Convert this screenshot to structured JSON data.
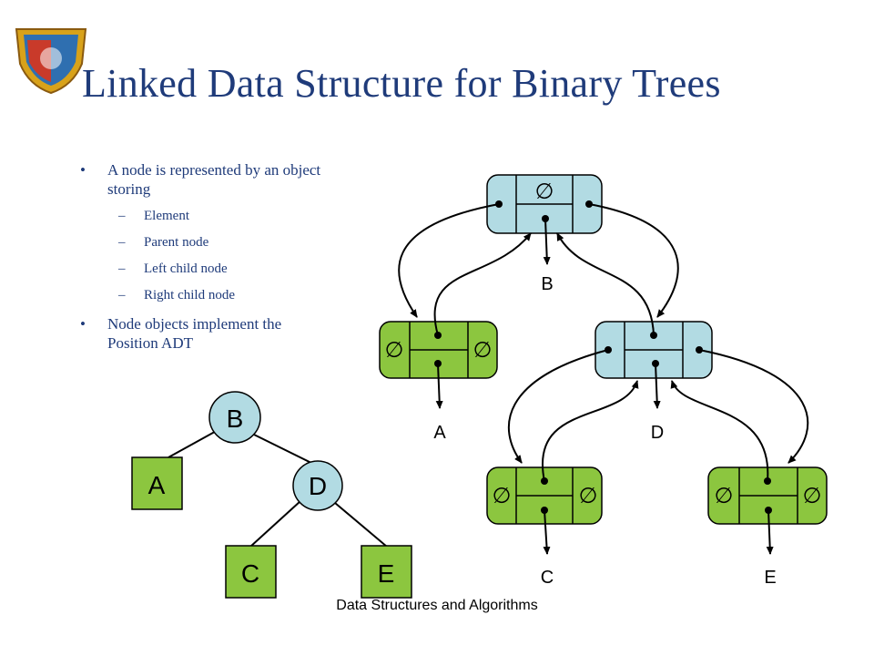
{
  "slide": {
    "title": "Linked Data Structure for Binary Trees",
    "bullets": [
      {
        "text": "A node is represented by an object storing",
        "sub": [
          "Element",
          "Parent node",
          "Left child node",
          "Right child node"
        ]
      },
      {
        "text": "Node objects implement the Position ADT"
      }
    ],
    "footer": "Data Structures and Algorithms"
  },
  "tree": {
    "root": "B",
    "left": "A",
    "right": "D",
    "right_left": "C",
    "right_right": "E"
  },
  "linked": {
    "null_symbol": "∅",
    "root_element": "B",
    "a_element": "A",
    "d_element": "D",
    "c_element": "C",
    "e_element": "E"
  },
  "colors": {
    "title": "#1f3b7a",
    "internal_node": "#b2dbe3",
    "leaf_node": "#8cc63f",
    "tree_internal": "#b2dbe3",
    "tree_leaf": "#8cc63f"
  }
}
